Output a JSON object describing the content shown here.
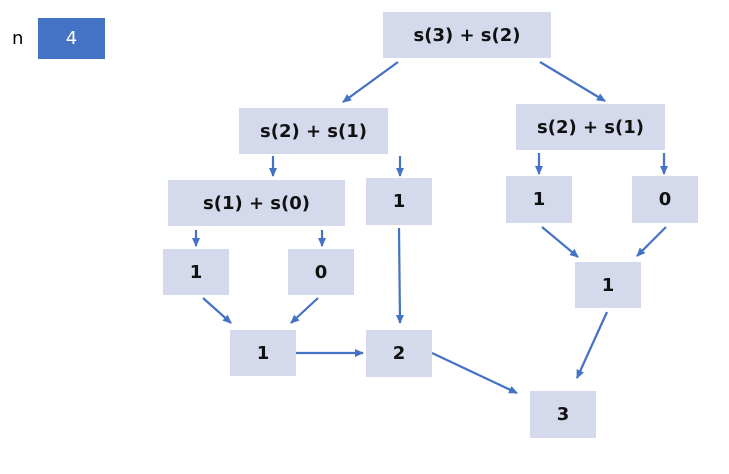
{
  "n_label": "n",
  "n_value": "4",
  "nodes": {
    "root": "s(3) + s(2)",
    "left_mid": "s(2) + s(1)",
    "right_mid": "s(2) + s(1)",
    "left_low": "s(1) + s(0)",
    "left_one_a": "1",
    "leaf_one_a": "1",
    "leaf_zero_a": "0",
    "right_one": "1",
    "right_zero": "0",
    "right_sum": "1",
    "left_sum": "1",
    "left_total": "2",
    "final": "3"
  },
  "colors": {
    "accent": "#4472c4",
    "node_fill": "#d5d9ec"
  }
}
